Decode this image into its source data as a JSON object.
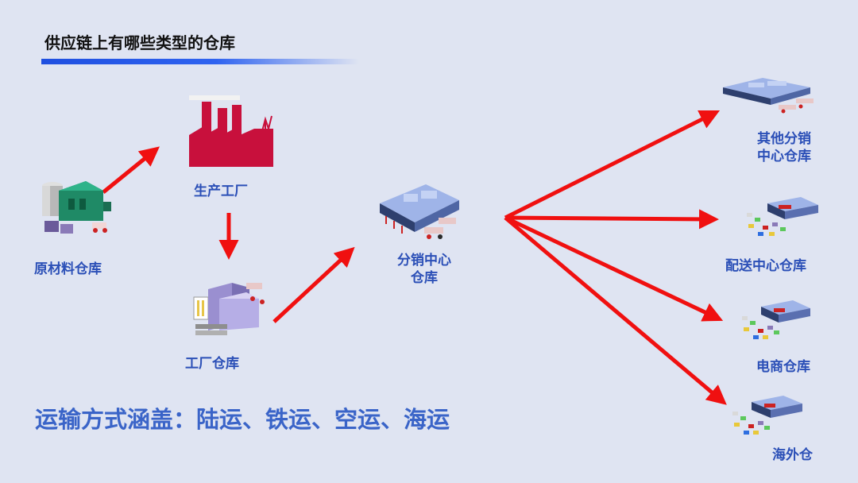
{
  "page": {
    "title": "供应链上有哪些类型的仓库",
    "transport_note": "运输方式涵盖：陆运、铁运、空运、海运"
  },
  "nodes": {
    "raw_material": "原材料仓库",
    "factory": "生产工厂",
    "factory_warehouse": "工厂仓库",
    "distribution_center": [
      "分销中心",
      "仓库"
    ],
    "other_distribution": [
      "其他分销",
      "中心仓库"
    ],
    "delivery_center": "配送中心仓库",
    "ecommerce": "电商仓库",
    "overseas": "海外仓"
  },
  "colors": {
    "arrow": "#f01010",
    "label": "#2b4fb7",
    "factory": "#c8103c",
    "title_bar": "#1f4fe0"
  }
}
